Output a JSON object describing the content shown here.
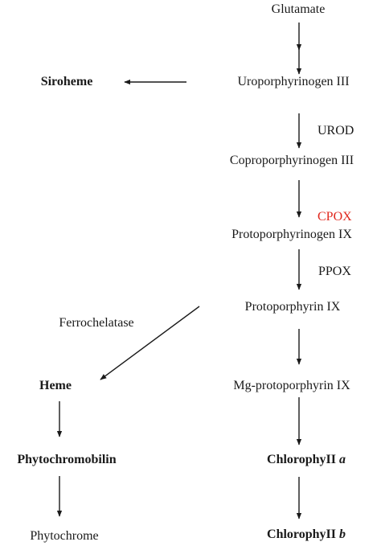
{
  "nodes": {
    "glutamate": "Glutamate",
    "uroporphyrinogen": "Uroporphyrinogen III",
    "siroheme": "Siroheme",
    "coproporphyrinogen": "Coproporphyrinogen III",
    "protoporphyrinogen": "Protoporphyrinogen IX",
    "protoporphyrin": "Protoporphyrin IX",
    "mg_protoporphyrin": "Mg-protoporphyrin IX",
    "heme": "Heme",
    "phytochromobilin": "Phytochromobilin",
    "phytochrome": "Phytochrome",
    "chlorophyll_a_prefix": "ChlorophyII ",
    "chlorophyll_a_suffix": "a",
    "chlorophyll_b_prefix": "ChlorophyII ",
    "chlorophyll_b_suffix": "b"
  },
  "enzymes": {
    "urod": "UROD",
    "cpox": "CPOX",
    "ppox": "PPOX",
    "ferrochelatase": "Ferrochelatase"
  },
  "colors": {
    "highlight": "#e0281e",
    "text": "#1a1a1a",
    "arrow": "#1a1a1a"
  }
}
